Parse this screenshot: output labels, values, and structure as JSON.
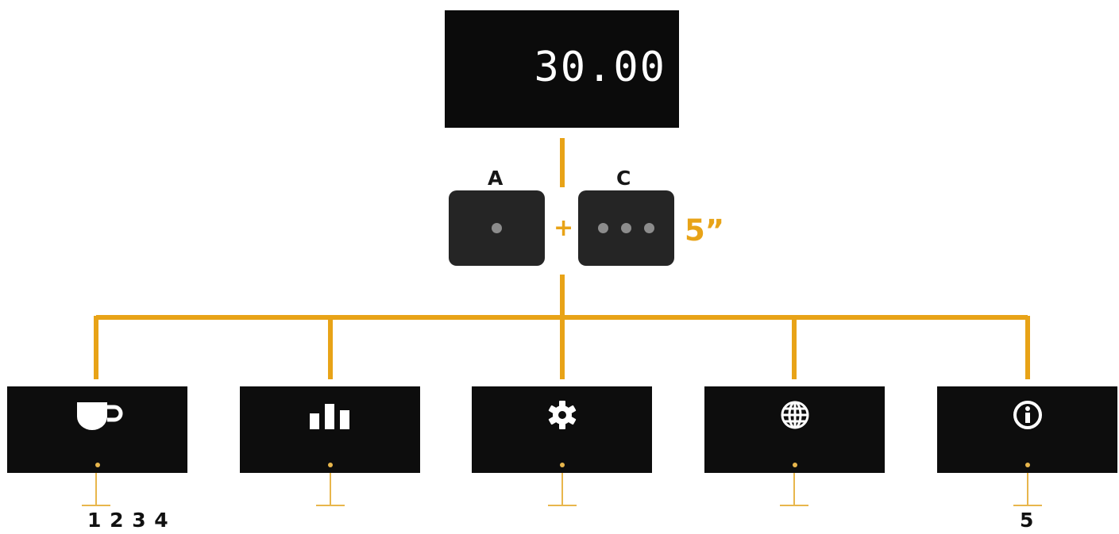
{
  "display": {
    "value": "30.00"
  },
  "keys": {
    "left_label": "A",
    "right_label": "C",
    "combine_symbol": "+",
    "hold_duration": "5”"
  },
  "menu": [
    {
      "icon": "coffee-cup-icon",
      "footnote": "1 2 3 4"
    },
    {
      "icon": "bar-chart-icon",
      "footnote": ""
    },
    {
      "icon": "gear-icon",
      "footnote": ""
    },
    {
      "icon": "globe-icon",
      "footnote": ""
    },
    {
      "icon": "info-icon",
      "footnote": "5"
    }
  ],
  "colors": {
    "connector": "#e8a317",
    "box": "#0d0d0d",
    "key": "#252525",
    "icon": "#ffffff"
  }
}
